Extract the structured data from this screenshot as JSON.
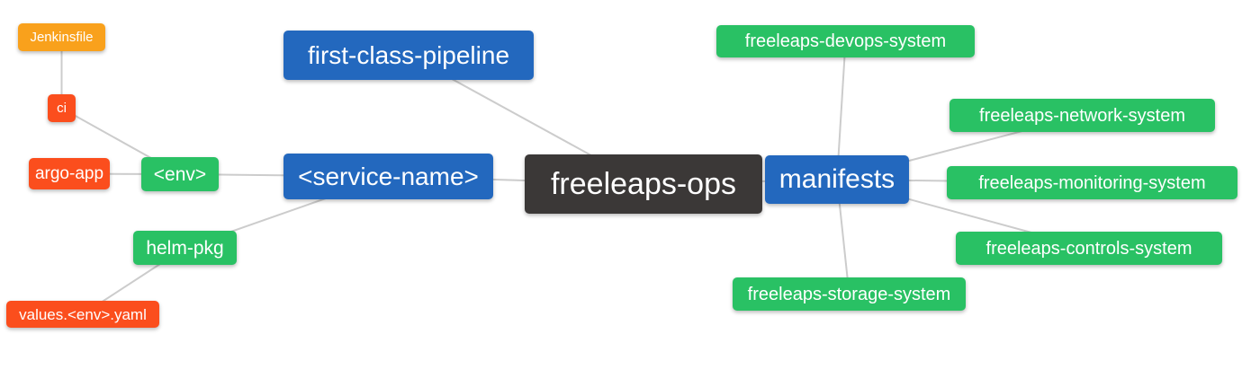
{
  "diagram": {
    "type": "mindmap",
    "edge_color": "#cccccc",
    "edge_width": 2,
    "palette": {
      "root_dark": "#3b3837",
      "branch_blue": "#2368be",
      "leaf_green": "#29c164",
      "leaf_red": "#fb4e1d",
      "leaf_orange": "#f9a11c",
      "text": "#ffffff"
    },
    "nodes": {
      "freeleaps_ops": {
        "label": "freeleaps-ops",
        "color": "#3b3837"
      },
      "first_class_pipeline": {
        "label": "first-class-pipeline",
        "color": "#2368be"
      },
      "service_name": {
        "label": "<service-name>",
        "color": "#2368be"
      },
      "manifests": {
        "label": "manifests",
        "color": "#2368be"
      },
      "env": {
        "label": "<env>",
        "color": "#29c164"
      },
      "helm_pkg": {
        "label": "helm-pkg",
        "color": "#29c164"
      },
      "ci": {
        "label": "ci",
        "color": "#fb4e1d"
      },
      "argo_app": {
        "label": "argo-app",
        "color": "#fb4e1d"
      },
      "values_env_yaml": {
        "label": "values.<env>.yaml",
        "color": "#fb4e1d"
      },
      "jenkinsfile": {
        "label": "Jenkinsfile",
        "color": "#f9a11c"
      },
      "devops": {
        "label": "freeleaps-devops-system",
        "color": "#29c164"
      },
      "network": {
        "label": "freeleaps-network-system",
        "color": "#29c164"
      },
      "monitoring": {
        "label": "freeleaps-monitoring-system",
        "color": "#29c164"
      },
      "controls": {
        "label": "freeleaps-controls-system",
        "color": "#29c164"
      },
      "storage": {
        "label": "freeleaps-storage-system",
        "color": "#29c164"
      }
    },
    "edges": [
      [
        "jenkinsfile",
        "ci"
      ],
      [
        "ci",
        "env"
      ],
      [
        "argo_app",
        "env"
      ],
      [
        "env",
        "service_name"
      ],
      [
        "helm_pkg",
        "service_name"
      ],
      [
        "values_env_yaml",
        "helm_pkg"
      ],
      [
        "first_class_pipeline",
        "freeleaps_ops"
      ],
      [
        "service_name",
        "freeleaps_ops"
      ],
      [
        "freeleaps_ops",
        "manifests"
      ],
      [
        "manifests",
        "devops"
      ],
      [
        "manifests",
        "network"
      ],
      [
        "manifests",
        "monitoring"
      ],
      [
        "manifests",
        "controls"
      ],
      [
        "manifests",
        "storage"
      ]
    ]
  }
}
